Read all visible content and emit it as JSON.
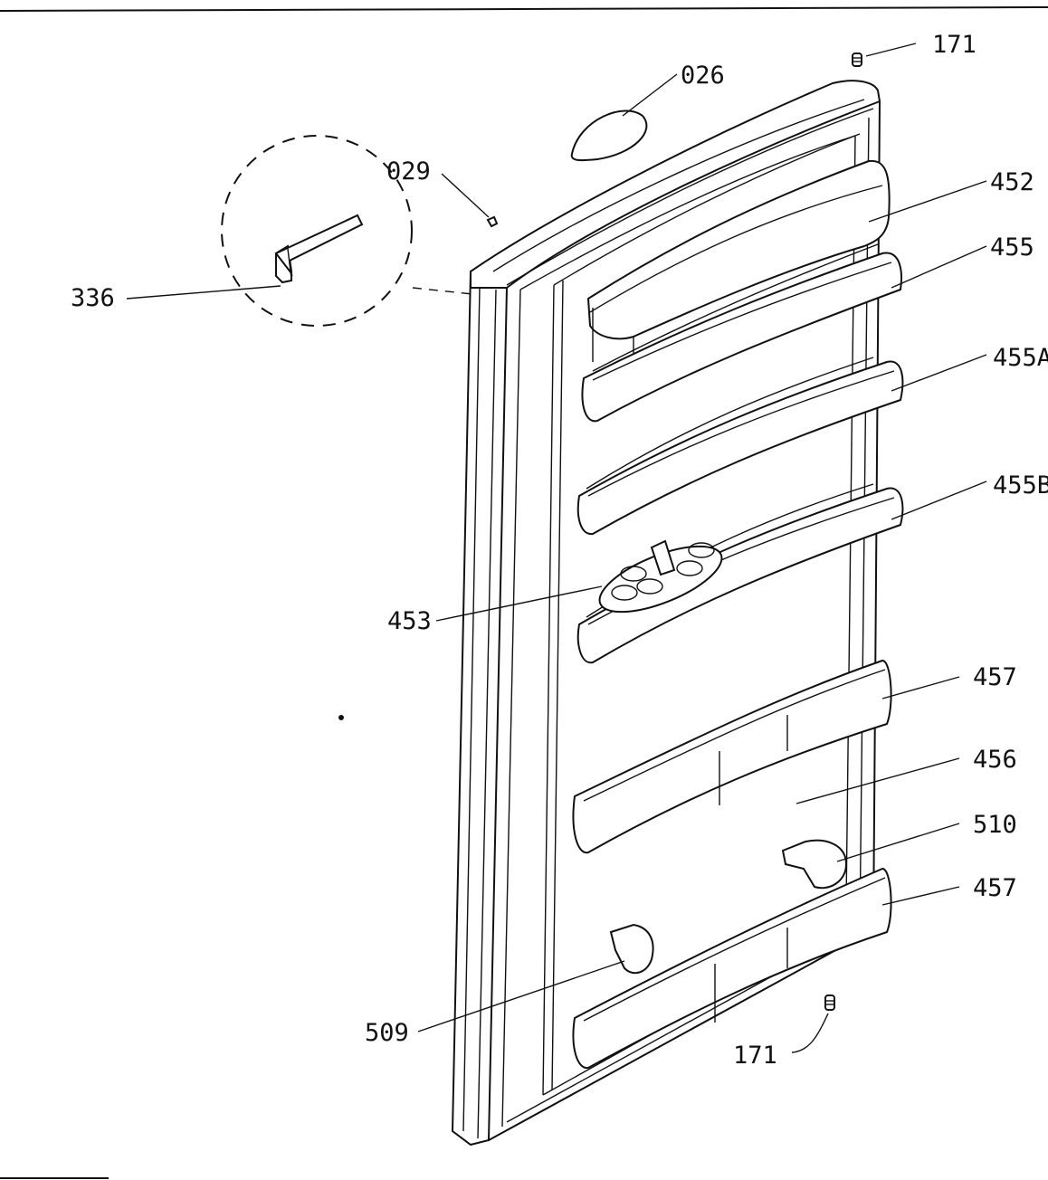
{
  "labels": {
    "p026": "026",
    "p029": "029",
    "p171a": "171",
    "p171b": "171",
    "p336": "336",
    "p452": "452",
    "p453": "453",
    "p455": "455",
    "p455a": "455A",
    "p455b": "455B",
    "p456": "456",
    "p457a": "457",
    "p457b": "457",
    "p509": "509",
    "p510": "510"
  }
}
